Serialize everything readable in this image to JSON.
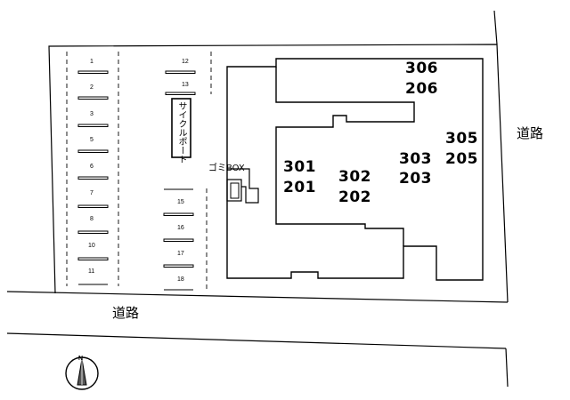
{
  "parking": {
    "left_column": [
      "1",
      "2",
      "3",
      "5",
      "6",
      "7",
      "8",
      "10",
      "11"
    ],
    "right_upper": [
      "12",
      "13"
    ],
    "right_lower": [
      "15",
      "16",
      "17",
      "18"
    ]
  },
  "bicycle_parking": "サイクルポート",
  "garbage_box": "ゴミBOX",
  "units": {
    "u301": "301",
    "u201": "201",
    "u302": "302",
    "u202": "202",
    "u303": "303",
    "u203": "203",
    "u305": "305",
    "u205": "205",
    "u306": "306",
    "u206": "206"
  },
  "roads": {
    "right": "道路",
    "bottom": "道路"
  },
  "compass": {
    "north": "N"
  }
}
